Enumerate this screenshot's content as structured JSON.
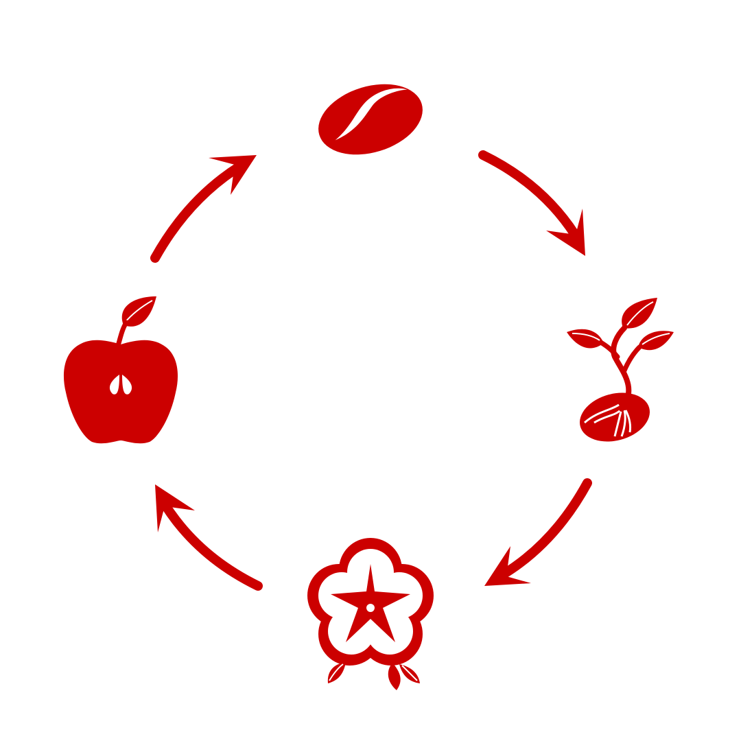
{
  "diagram": {
    "accent_color": "#cc0000",
    "background_color": "#ffffff",
    "stages": [
      {
        "id": "seed",
        "icon": "seed-icon"
      },
      {
        "id": "sprout",
        "icon": "sprout-icon"
      },
      {
        "id": "flower",
        "icon": "flower-icon"
      },
      {
        "id": "fruit",
        "icon": "apple-icon"
      }
    ],
    "arrows": [
      {
        "from": "seed",
        "to": "sprout"
      },
      {
        "from": "sprout",
        "to": "flower"
      },
      {
        "from": "flower",
        "to": "fruit"
      },
      {
        "from": "fruit",
        "to": "seed"
      }
    ]
  }
}
